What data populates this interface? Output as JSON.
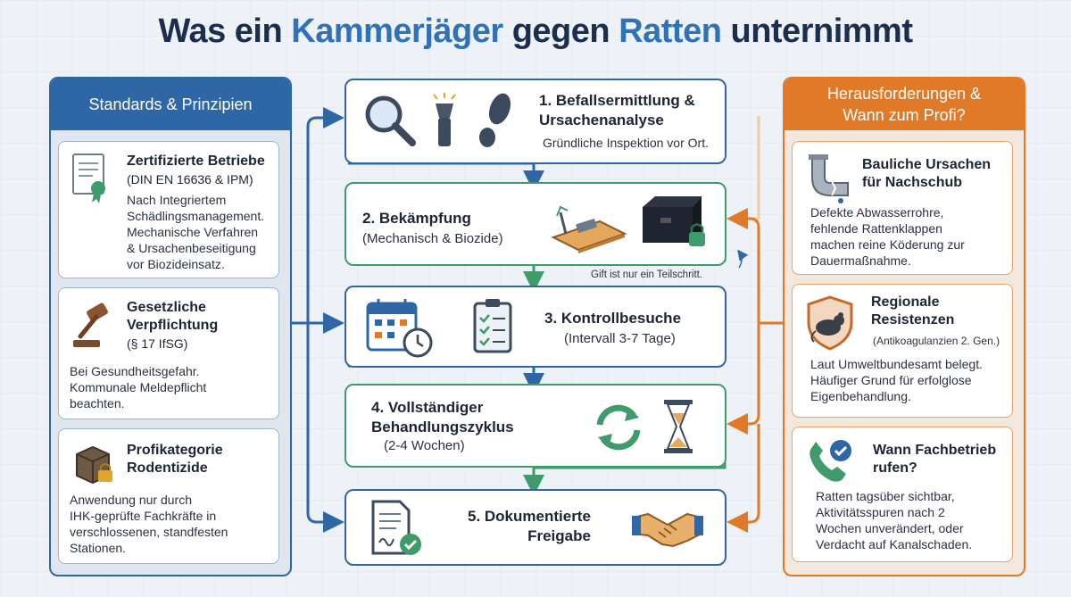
{
  "title": {
    "part1": "Was ein ",
    "hl1": "Kammerjäger",
    "part2": " gegen ",
    "hl2": "Ratten",
    "part3": " unternimmt"
  },
  "left_panel": {
    "heading": "Standards & Prinzipien",
    "cards": [
      {
        "title": "Zertifizierte Betriebe",
        "subtitle": "(DIN EN 16636 & IPM)",
        "text": [
          "Nach Integriertem",
          "Schädlingsmanagement.",
          "Mechanische Verfahren",
          "& Ursachenbeseitigung",
          "vor Biozideinsatz."
        ],
        "icon": "certificate-icon"
      },
      {
        "title_lines": [
          "Gesetzliche",
          "Verpflichtung"
        ],
        "subtitle": "(§ 17 IfSG)",
        "text": [
          "Bei Gesundheitsgefahr.",
          "Kommunale Meldepflicht",
          "beachten."
        ],
        "icon": "gavel-icon"
      },
      {
        "title_lines": [
          "Profikategorie",
          "Rodentizide"
        ],
        "text": [
          "Anwendung nur durch",
          "IHK-geprüfte Fachkräfte in",
          "verschlossenen, standfesten",
          "Stationen."
        ],
        "icon": "locked-box-icon"
      }
    ]
  },
  "steps": [
    {
      "title_lines": [
        "1. Befallsermittlung &",
        "Ursachenanalyse"
      ],
      "sub": "Gründliche Inspektion vor Ort.",
      "icons": [
        "magnifier-icon",
        "flashlight-icon",
        "footprint-icon"
      ]
    },
    {
      "title": "2. Bekämpfung",
      "sub": "(Mechanisch & Biozide)",
      "icons": [
        "snap-trap-icon",
        "bait-station-icon"
      ],
      "note": "Gift ist nur ein Teilschritt."
    },
    {
      "title": "3. Kontrollbesuche",
      "sub": "(Intervall 3-7 Tage)",
      "icons": [
        "calendar-clock-icon",
        "checklist-icon"
      ]
    },
    {
      "title_lines": [
        "4. Vollständiger",
        "Behandlungszyklus"
      ],
      "sub": "(2-4 Wochen)",
      "icons": [
        "cycle-arrows-icon",
        "hourglass-icon"
      ]
    },
    {
      "title_lines": [
        "5. Dokumentierte",
        "Freigabe"
      ],
      "icons": [
        "signed-document-icon",
        "handshake-icon"
      ]
    }
  ],
  "right_panel": {
    "heading_lines": [
      "Herausforderungen &",
      "Wann zum Profi?"
    ],
    "cards": [
      {
        "title_lines": [
          "Bauliche Ursachen",
          "für Nachschub"
        ],
        "text": [
          "Defekte Abwasserrohre,",
          "fehlende Rattenklappen",
          "machen reine Köderung zur",
          "Dauermaßnahme."
        ],
        "icon": "broken-pipe-icon"
      },
      {
        "title_lines": [
          "Regionale",
          "Resistenzen"
        ],
        "subtitle": "(Antikoagulanzien 2. Gen.)",
        "text": [
          "Laut Umweltbundesamt belegt.",
          "Häufiger Grund für erfolglose",
          "Eigenbehandlung."
        ],
        "icon": "rat-shield-icon"
      },
      {
        "title_lines": [
          "Wann Fachbetrieb",
          "rufen?"
        ],
        "text": [
          "Ratten tagsüber sichtbar,",
          "Aktivitätsspuren nach 2",
          "Wochen unverändert, oder",
          "Verdacht auf Kanalschaden."
        ],
        "icon": "phone-check-icon"
      }
    ]
  },
  "colors": {
    "blue": "#2f67a6",
    "orange": "#e07a28",
    "green": "#3f9b6a",
    "title": "#1b2e4d",
    "title_accent": "#2f72b5"
  }
}
